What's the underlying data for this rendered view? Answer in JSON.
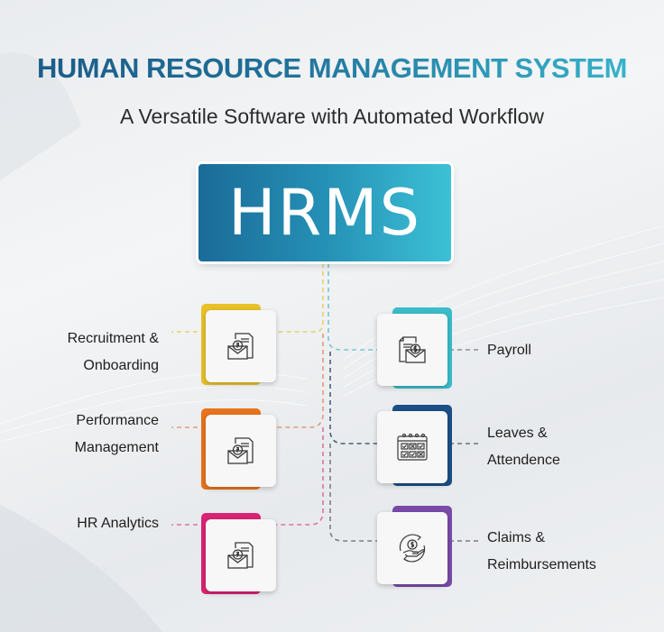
{
  "header": {
    "title": "HUMAN RESOURCE MANAGEMENT SYSTEM",
    "subtitle": "A Versatile Software with Automated Workflow"
  },
  "center": {
    "label": "HRMS",
    "gradient_start": "#1a6b98",
    "gradient_end": "#3cc1d6"
  },
  "modules": {
    "left": [
      {
        "line1": "Recruitment &",
        "line2": "Onboarding",
        "icon": "salary-envelope-rupee-icon",
        "color": "#e8c12a"
      },
      {
        "line1": "Performance",
        "line2": "Management",
        "icon": "salary-envelope-rupee-icon",
        "color": "#e8731c"
      },
      {
        "line1": "HR Analytics",
        "line2": "",
        "icon": "salary-envelope-rupee-icon",
        "color": "#d92374"
      }
    ],
    "right": [
      {
        "line1": "Payroll",
        "line2": "",
        "icon": "salary-envelope-dollar-icon",
        "color": "#3bbccb"
      },
      {
        "line1": "Leaves &",
        "line2": "Attendence",
        "icon": "calendar-attendance-icon",
        "color": "#1b4f86"
      },
      {
        "line1": "Claims &",
        "line2": "Reimbursements",
        "icon": "hand-coin-cycle-icon",
        "color": "#7a4aa8"
      }
    ]
  }
}
